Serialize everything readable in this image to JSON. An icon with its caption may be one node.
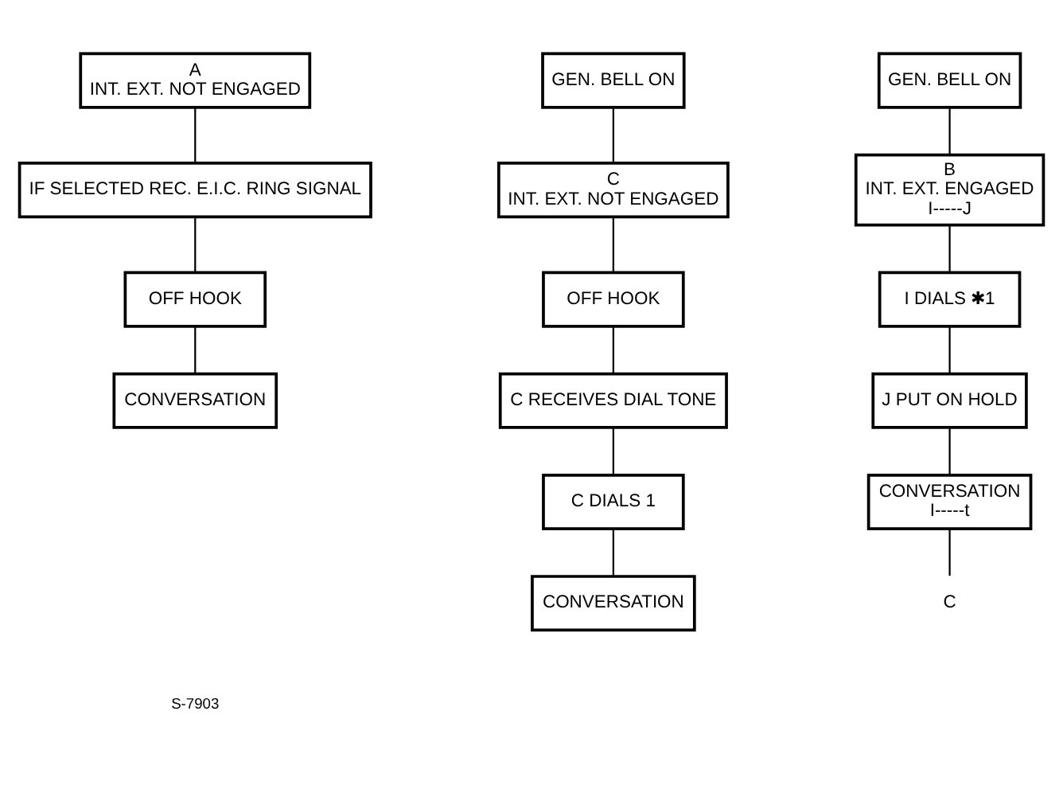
{
  "diagram": {
    "nodes": [
      {
        "text": [
          "A",
          "INT. EXT. NOT ENGAGED"
        ]
      },
      {
        "text": [
          "IF SELECTED REC. E.I.C. RING SIGNAL"
        ]
      },
      {
        "text": [
          "OFF HOOK"
        ]
      },
      {
        "text": [
          "CONVERSATION"
        ]
      },
      {
        "text": [
          "GEN. BELL ON"
        ]
      },
      {
        "text": [
          "C",
          "INT. EXT. NOT ENGAGED"
        ]
      },
      {
        "text": [
          "OFF HOOK"
        ]
      },
      {
        "text": [
          "C RECEIVES DIAL TONE"
        ]
      },
      {
        "text": [
          "C DIALS 1"
        ]
      },
      {
        "text": [
          "CONVERSATION"
        ]
      },
      {
        "text": [
          "GEN. BELL ON"
        ]
      },
      {
        "text": [
          "B",
          "INT. EXT. ENGAGED",
          "I-----J"
        ]
      },
      {
        "text": [
          "I DIALS ✱1"
        ]
      },
      {
        "text": [
          "J PUT ON HOLD"
        ]
      },
      {
        "text": [
          "CONVERSATION",
          "I-----t"
        ]
      },
      {
        "text": [
          "C"
        ]
      }
    ],
    "edges": [
      {
        "from": 0,
        "to": 1,
        "arrow": "none"
      },
      {
        "from": 1,
        "to": 2,
        "arrow": "none"
      },
      {
        "from": 2,
        "to": 3,
        "arrow": "none"
      },
      {
        "from": 4,
        "to": 5,
        "arrow": "none"
      },
      {
        "from": 5,
        "to": 6,
        "arrow": "none"
      },
      {
        "from": 6,
        "to": 7,
        "arrow": "none"
      },
      {
        "from": 7,
        "to": 8,
        "arrow": "none"
      },
      {
        "from": 8,
        "to": 9,
        "arrow": "none"
      },
      {
        "from": 10,
        "to": 11,
        "arrow": "none"
      },
      {
        "from": 11,
        "to": 12,
        "arrow": "none"
      },
      {
        "from": 12,
        "to": 13,
        "arrow": "none"
      },
      {
        "from": 13,
        "to": 14,
        "arrow": "none"
      },
      {
        "from": 14,
        "to": 15,
        "arrow": "none"
      }
    ],
    "labels": [
      "S-7903"
    ]
  }
}
